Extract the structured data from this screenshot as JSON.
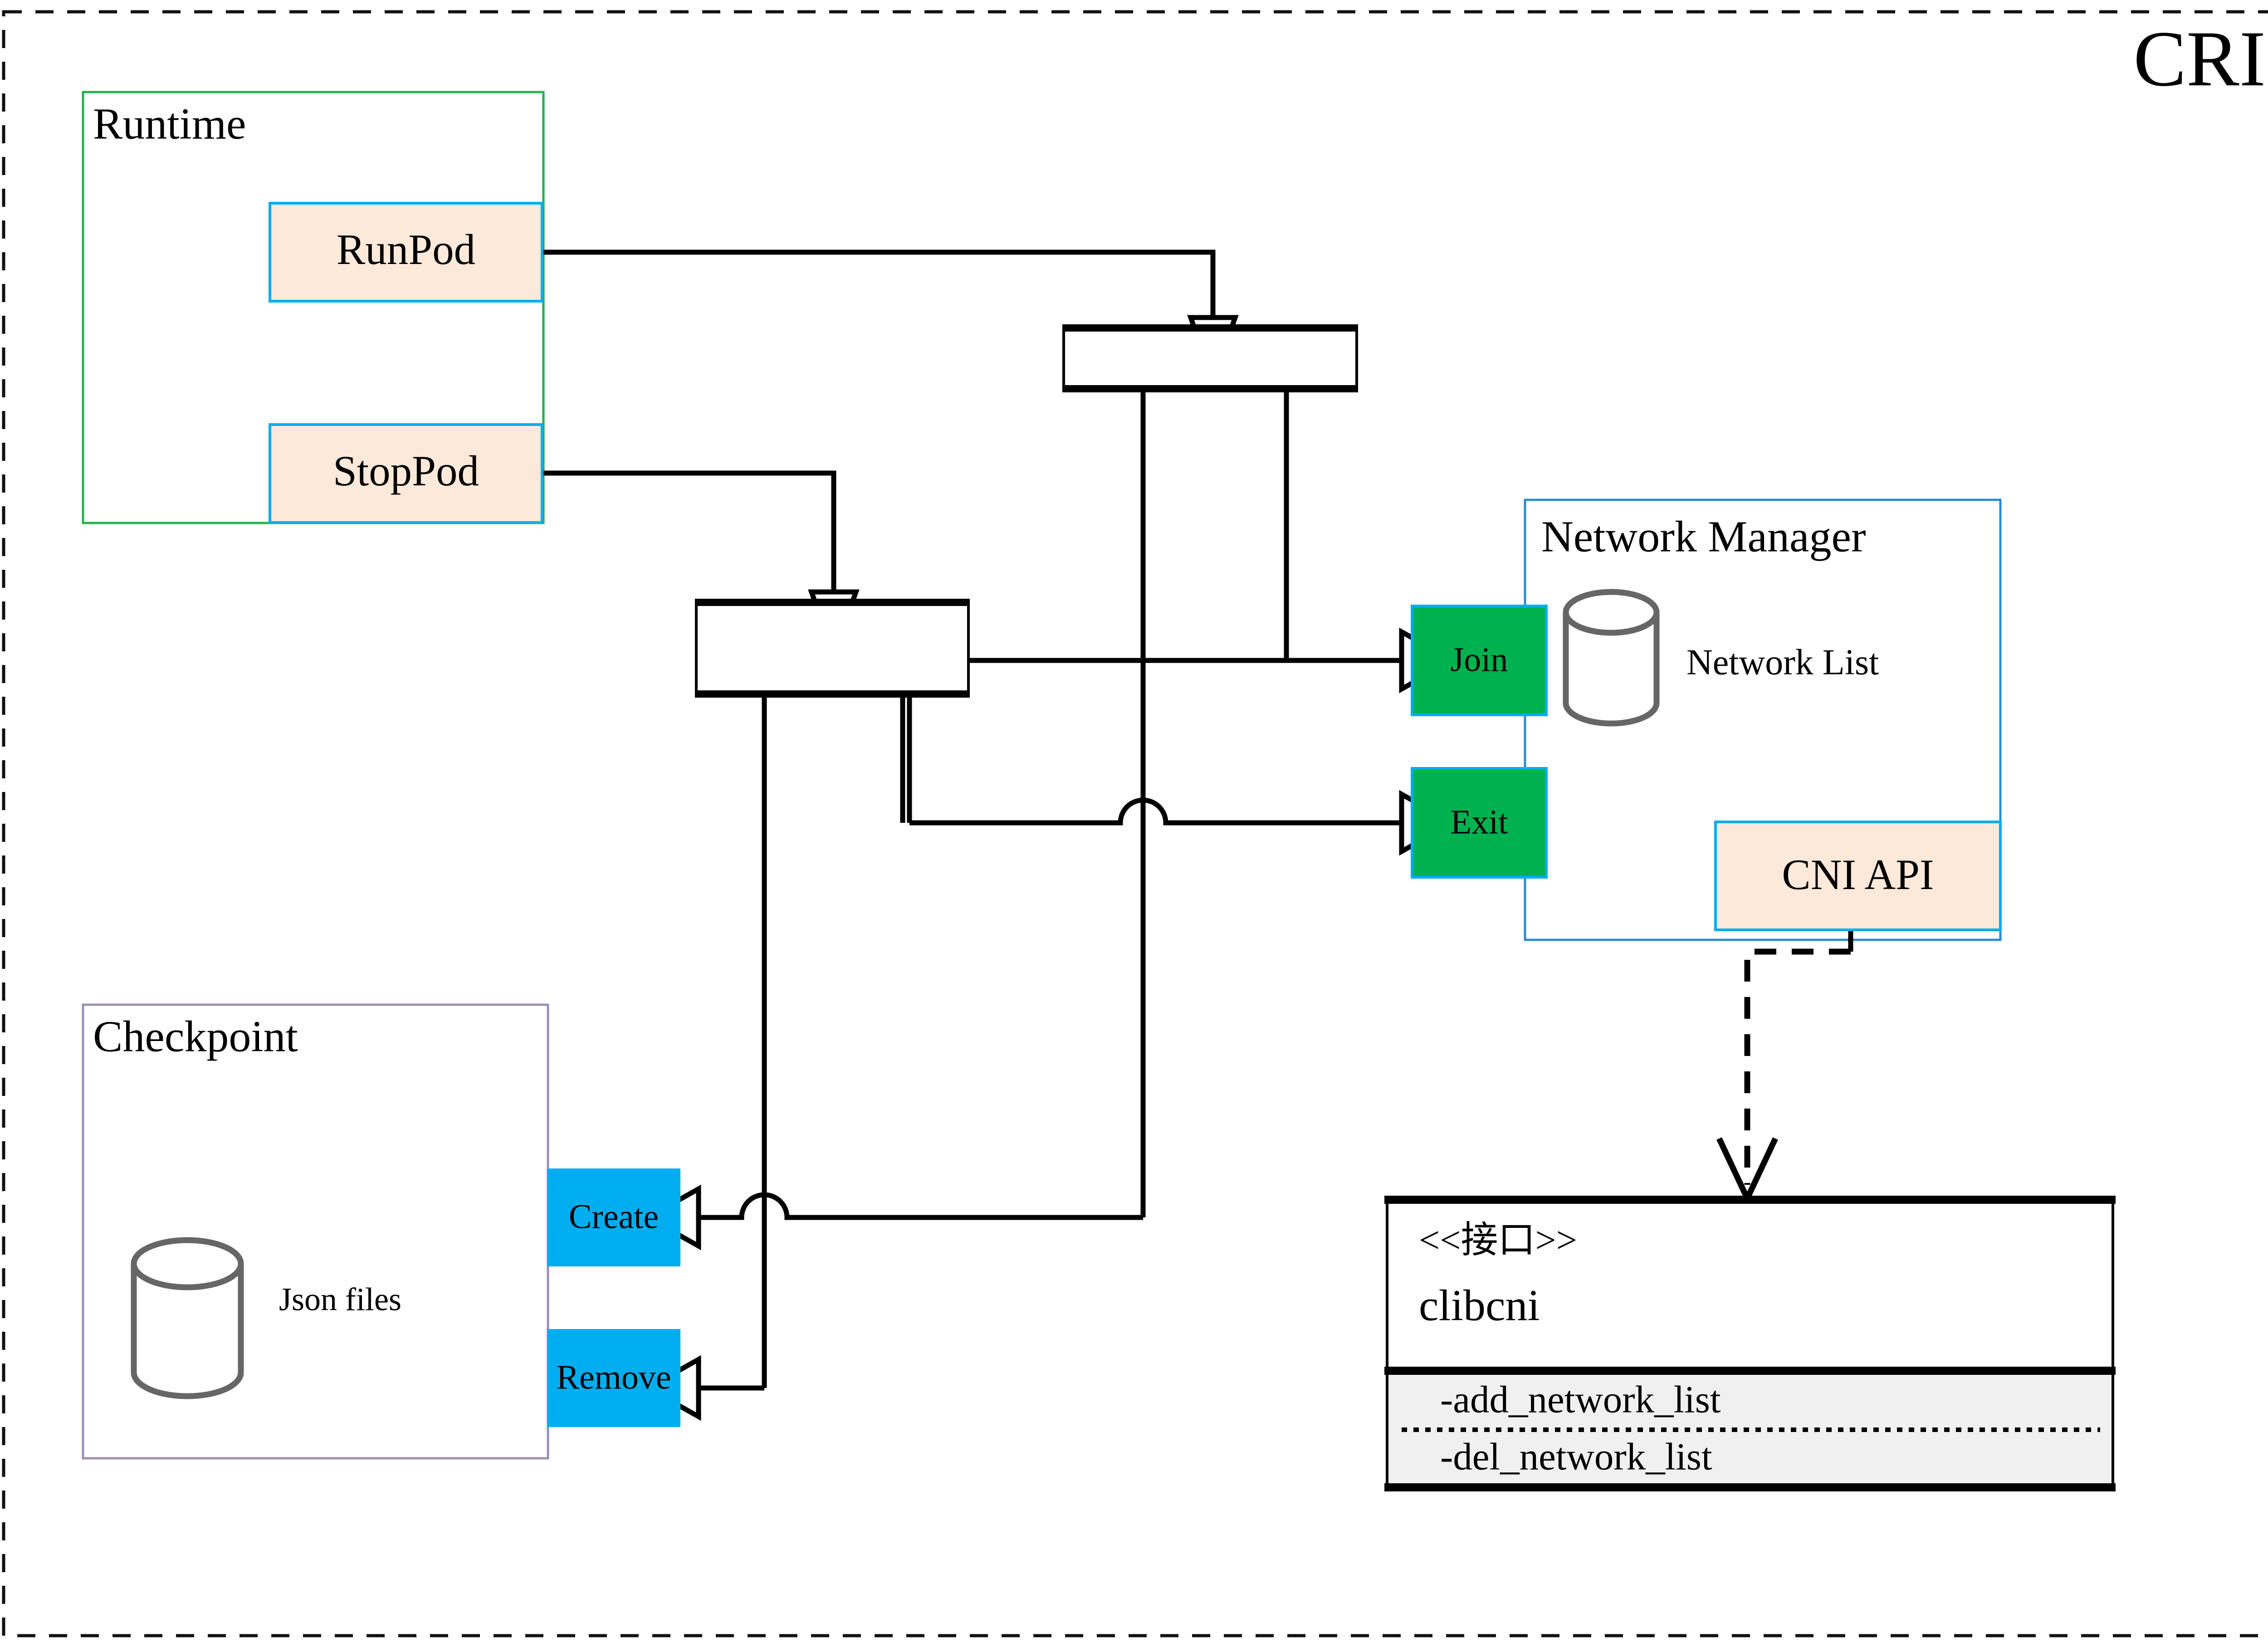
{
  "diagram": {
    "title": "CRI",
    "title_color": "#8a6b05",
    "outer_border_style": "dashed"
  },
  "colors": {
    "runtime_border": "#22b14c",
    "checkpoint_border": "#9a8fb5",
    "network_border": "#2d8ad6",
    "peach_fill": "#fce9d9",
    "cyan_border": "#00aeef",
    "cyan_fill": "#00aeef",
    "green_fill": "#00b14f",
    "cylinder_stroke": "#666666",
    "method_fill": "#f0f0f0",
    "line": "#000000"
  },
  "groups": {
    "runtime": {
      "label": "Runtime"
    },
    "checkpoint": {
      "label": "Checkpoint",
      "store_label": "Json files"
    },
    "network_manager": {
      "label": "Network Manager",
      "store_label": "Network List"
    }
  },
  "nodes": {
    "runpod": {
      "label": "RunPod"
    },
    "stoppod": {
      "label": "StopPod"
    },
    "join": {
      "label": "Join"
    },
    "exit": {
      "label": "Exit"
    },
    "create": {
      "label": "Create"
    },
    "remove": {
      "label": "Remove"
    },
    "cni_api": {
      "label": "CNI API"
    }
  },
  "interface": {
    "stereotype": "<<接口>>",
    "name": "clibcni",
    "methods": [
      "-add_network_list",
      "-del_network_list"
    ]
  },
  "bars": {
    "upper": {
      "label": ""
    },
    "lower": {
      "label": ""
    }
  }
}
